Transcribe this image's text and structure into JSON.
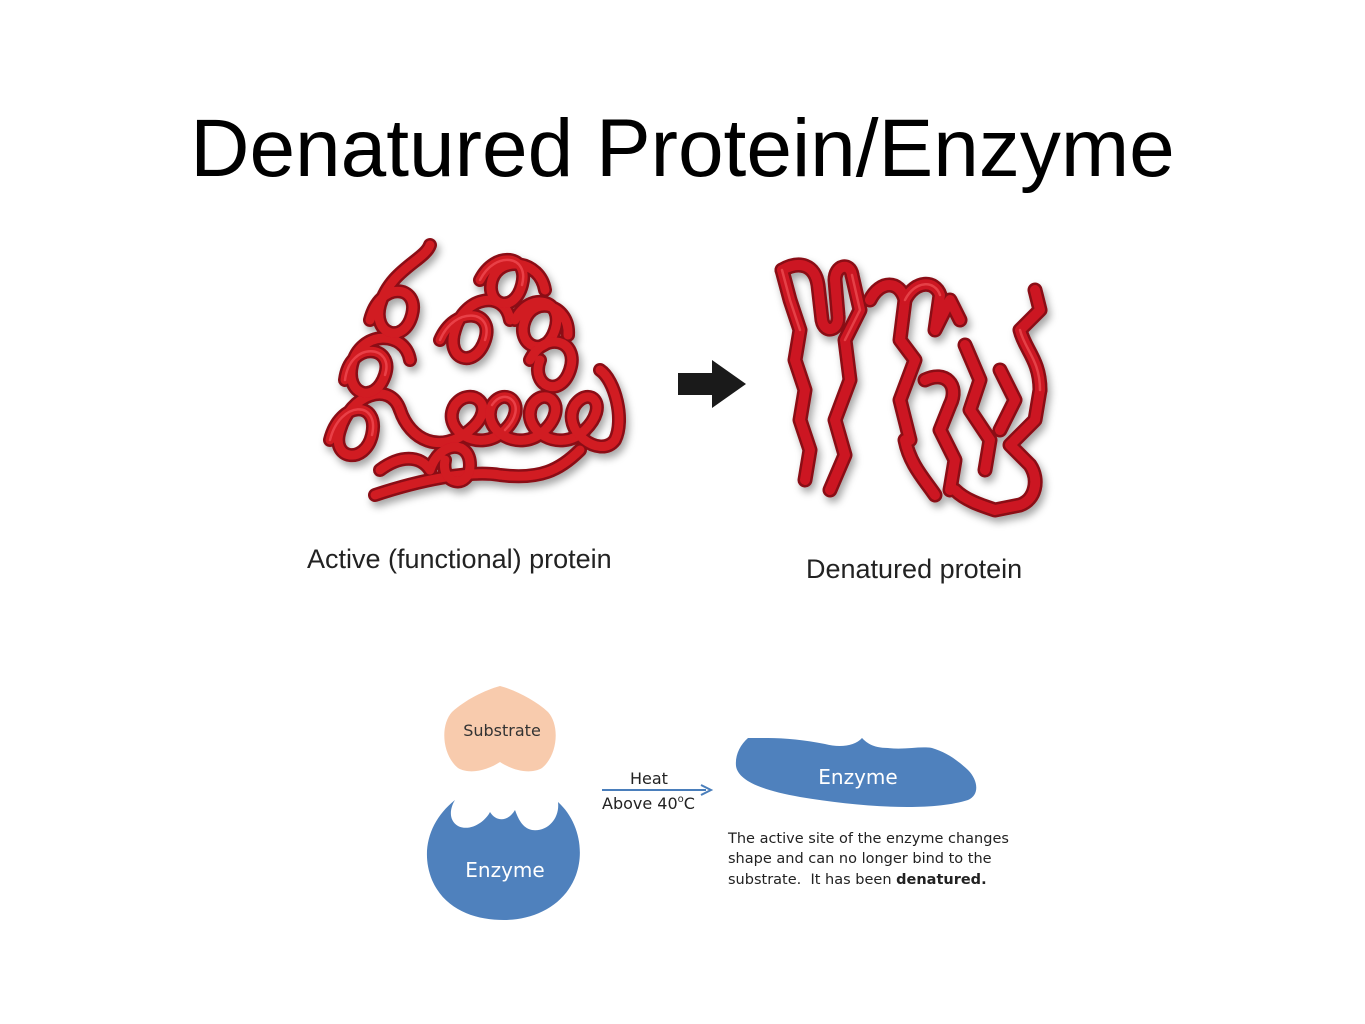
{
  "title": "Denatured Protein/Enzyme",
  "protein_figure": {
    "active_label": "Active (functional) protein",
    "denatured_label": "Denatured protein",
    "ribbon_color": "#c0141c",
    "arrow_color": "#1a1a1a"
  },
  "enzyme_figure": {
    "substrate_label": "Substrate",
    "enzyme_label": "Enzyme",
    "denatured_enzyme_label": "Enzyme",
    "arrow_label_line1": "Heat",
    "arrow_label_line2": "Above 40",
    "arrow_label_sup": "o",
    "arrow_label_unit": "C",
    "caption_line1": "The active site of the enzyme changes",
    "caption_line2": "shape and can no longer bind to the",
    "caption_line3_prefix": "substrate.  It has been ",
    "caption_line3_bold": "denatured.",
    "enzyme_color": "#4f81bd",
    "substrate_color": "#f8cbad",
    "arrow_color": "#4a7ebb"
  }
}
